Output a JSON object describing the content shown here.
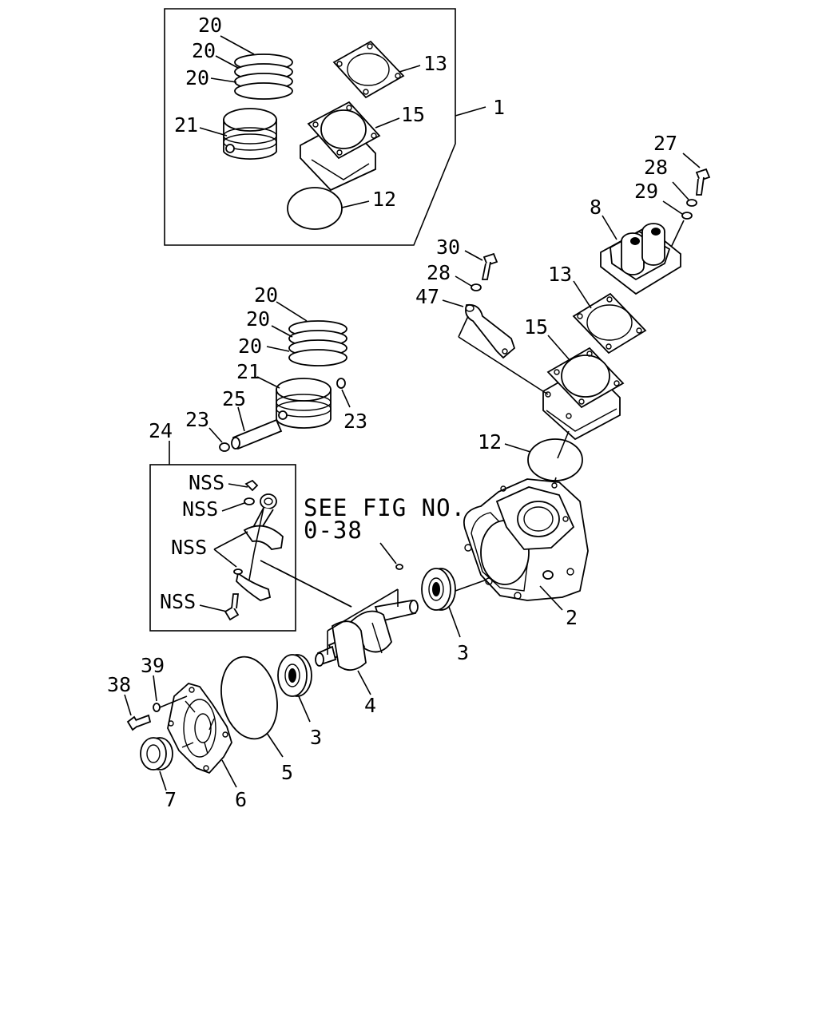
{
  "labels": {
    "kit": "1",
    "housing": "2",
    "bearing_upper": "3",
    "bearing_lower": "3",
    "crankshaft": "4",
    "oring_5": "5",
    "cover": "6",
    "bush": "7",
    "head": "8",
    "kit_oring": "12",
    "oring_12": "12",
    "kit_gasket": "13",
    "gasket_13": "13",
    "kit_cylinder": "15",
    "cylinder_15": "15",
    "kit_ring_a": "20",
    "kit_ring_b": "20",
    "kit_ring_c": "20",
    "ring_a": "20",
    "ring_b": "20",
    "ring_c": "20",
    "kit_piston": "21",
    "piston": "21",
    "clip_left": "23",
    "clip_right": "23",
    "conrod_box": "24",
    "pin": "25",
    "bolt_27": "27",
    "washer_28a": "28",
    "washer_29": "29",
    "bolt_30": "30",
    "washer_28b": "28",
    "bracket_47": "47",
    "nss_1": "NSS",
    "nss_2": "NSS",
    "nss_3": "NSS",
    "nss_4": "NSS",
    "bolt_38": "38",
    "washer_39": "39"
  },
  "reference": {
    "line1": "SEE FIG NO.",
    "line2": "0-38"
  }
}
